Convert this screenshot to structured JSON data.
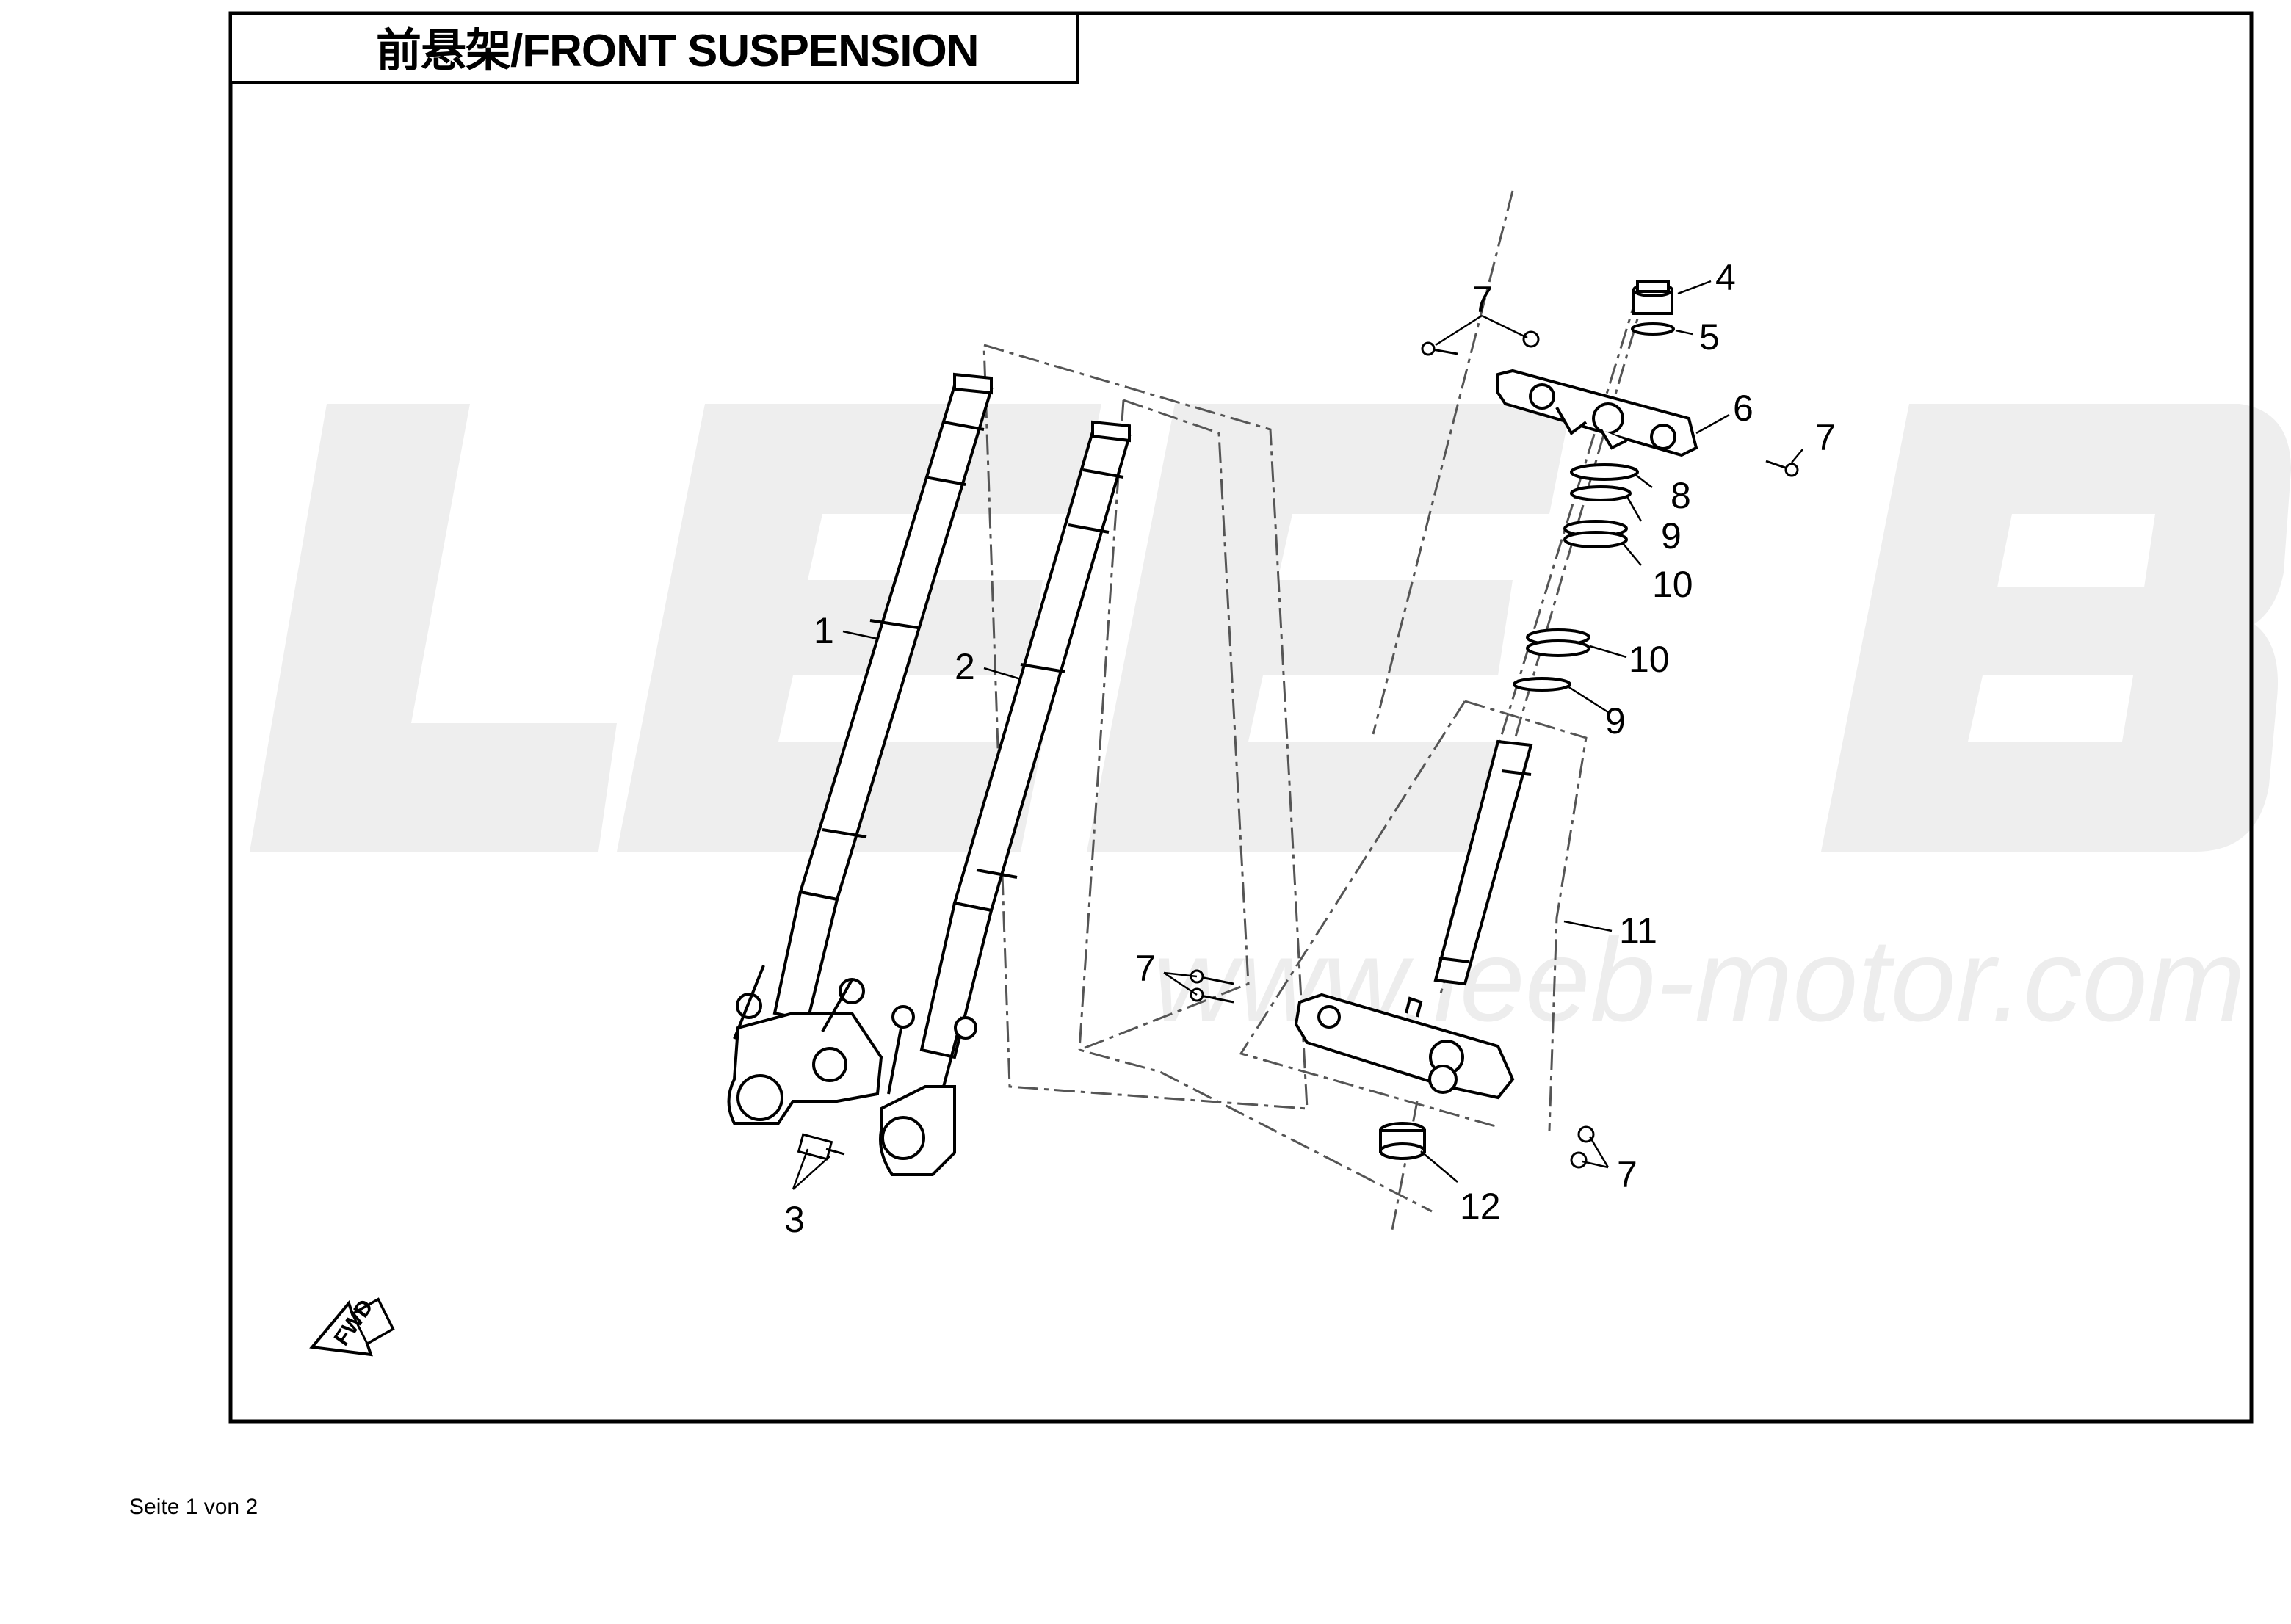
{
  "title": "前悬架/FRONT SUSPENSION",
  "watermark": {
    "logo_letters": "LEEB",
    "url": "www.leeb-motor.com"
  },
  "callouts": {
    "c1": "1",
    "c2": "2",
    "c3": "3",
    "c4": "4",
    "c5": "5",
    "c6": "6",
    "c7a": "7",
    "c7b": "7",
    "c7c": "7",
    "c7d": "7",
    "c8": "8",
    "c9a": "9",
    "c9b": "9",
    "c10a": "10",
    "c10b": "10",
    "c11": "11",
    "c12": "12"
  },
  "fwd_label": "FWD",
  "footer": "Seite 1 von 2",
  "colors": {
    "line": "#000000",
    "watermark": "#ededed",
    "background": "#ffffff"
  }
}
